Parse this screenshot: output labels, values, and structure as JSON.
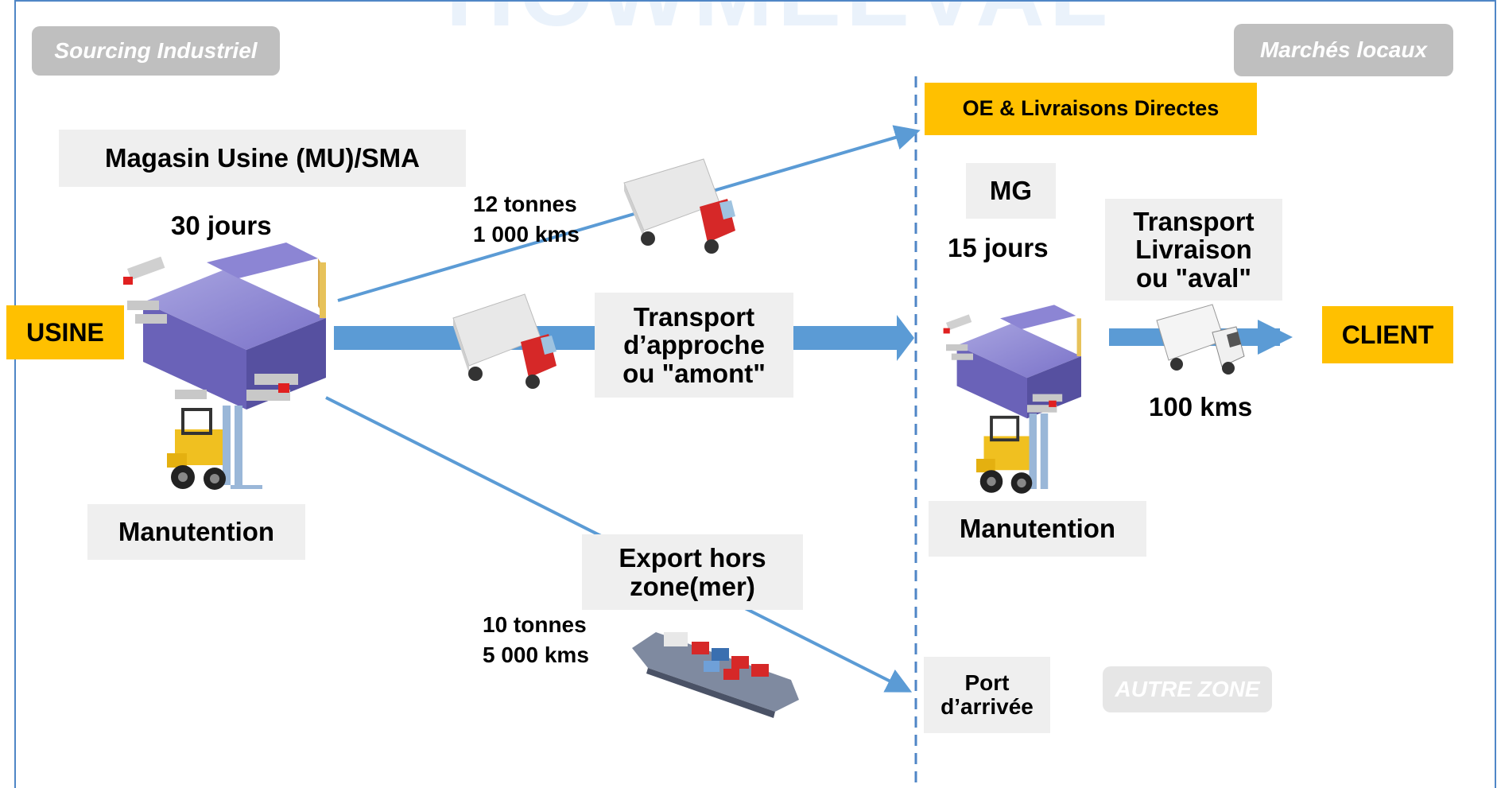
{
  "watermark": "HOWMEEVAL",
  "zones": {
    "left": "Sourcing Industriel",
    "right": "Marchés locaux",
    "other": "AUTRE ZONE"
  },
  "nodes": {
    "usine": "USINE",
    "client": "CLIENT",
    "oe_livraisons": "OE & Livraisons Directes",
    "magasin_usine": "Magasin Usine (MU)/SMA",
    "mg": "MG",
    "port": "Port\nd’arrivée"
  },
  "labels": {
    "mu_duration": "30 jours",
    "mg_duration": "15 jours",
    "manutention_left": "Manutention",
    "manutention_right": "Manutention",
    "direct_load": "12 tonnes\n1 000 kms",
    "transport_amont": "Transport\nd’approche\nou \"amont\"",
    "transport_aval": "Transport\nLivraison\nou \"aval\"",
    "aval_distance": "100 kms",
    "export": "Export hors\nzone(mer)",
    "export_load": "10 tonnes\n5 000 kms"
  },
  "icons": [
    "warehouse-icon",
    "forklift-icon",
    "truck-icon",
    "cargo-ship-icon"
  ],
  "colors": {
    "arrow": "#5b9bd5",
    "frame": "#4f86c6",
    "amber": "#ffc000",
    "grey_box": "#efefef",
    "zone": "#bfbfbf"
  }
}
